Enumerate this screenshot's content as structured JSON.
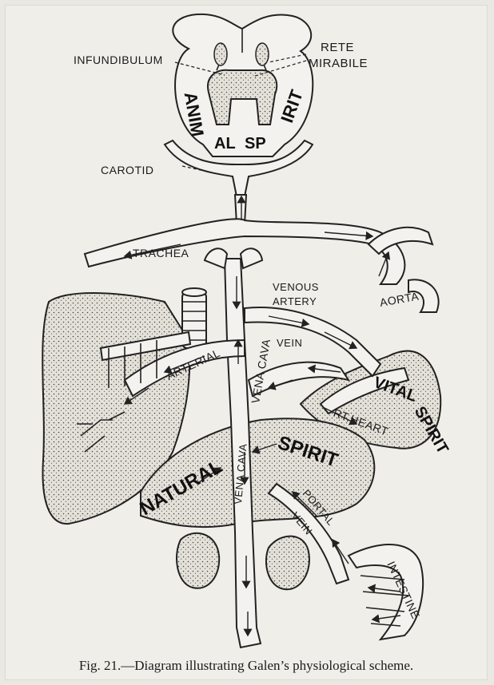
{
  "labels": {
    "infundibulum": "INFUNDIBULUM",
    "rete_1": "RETE",
    "rete_2": "MIRABILE",
    "animal_spirit_1": "ANIM",
    "animal_spirit_2": "AL",
    "animal_spirit_3": "SP",
    "animal_spirit_4": "IRIT",
    "carotid": "CAROTID",
    "trachea": "TRACHEA",
    "venous_1": "VENOUS",
    "venous_2": "ARTERY",
    "aorta": "AORTA",
    "vein": "VEIN",
    "arterial": "ARTERIAL",
    "vena_cava_upper": "VENA CAVA",
    "vital": "VITAL",
    "spirit_vital": "SPIRIT",
    "rt_heart": "RT.HEART",
    "natural": "NATURAL",
    "spirit_natural": "SPIRIT",
    "portal": "PORTAL",
    "portal_vein": "VEIN",
    "vena_cava_lower": "VENA CAVA",
    "intestine": "INTESTINE"
  },
  "caption": "Fig. 21.—Diagram illustrating Galen’s physiological scheme."
}
